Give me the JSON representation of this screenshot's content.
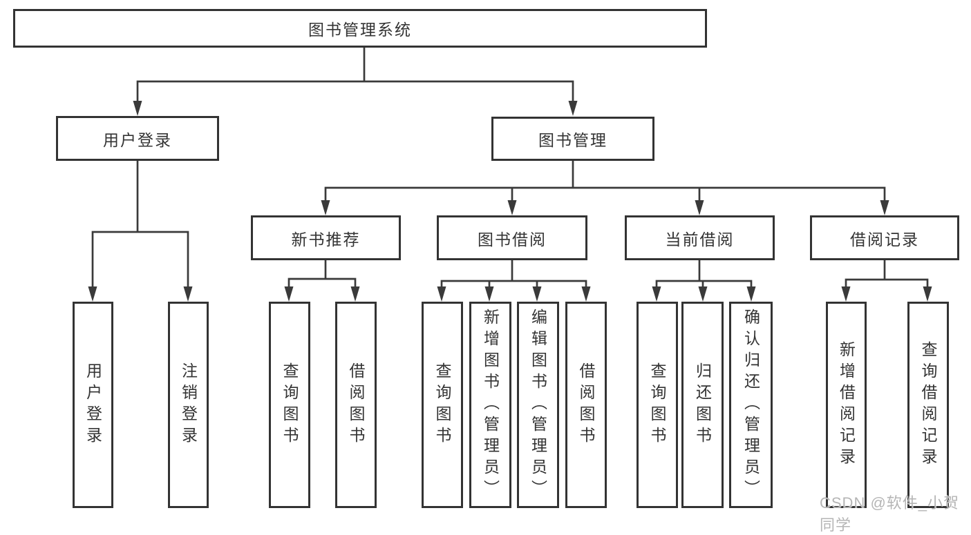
{
  "root": {
    "label": "图书管理系统"
  },
  "branches": [
    {
      "label": "用户登录",
      "children": [
        {
          "label": "用户登录"
        },
        {
          "label": "注销登录"
        }
      ]
    },
    {
      "label": "图书管理",
      "children": [
        {
          "label": "新书推荐",
          "children": [
            {
              "label": "查询图书"
            },
            {
              "label": "借阅图书"
            }
          ]
        },
        {
          "label": "图书借阅",
          "children": [
            {
              "label": "查询图书"
            },
            {
              "label": "新增图书（管理员）"
            },
            {
              "label": "编辑图书（管理员）"
            },
            {
              "label": "借阅图书"
            }
          ]
        },
        {
          "label": "当前借阅",
          "children": [
            {
              "label": "查询图书"
            },
            {
              "label": "归还图书"
            },
            {
              "label": "确认归还（管理员）"
            }
          ]
        },
        {
          "label": "借阅记录",
          "children": [
            {
              "label": "新增借阅记录"
            },
            {
              "label": "查询借阅记录"
            }
          ]
        }
      ]
    }
  ],
  "watermark": "CSDN @软件_小贺同学",
  "colors": {
    "line": "#3a3a3a",
    "border": "#333333",
    "text": "#333333",
    "watermark": "#b5b5b5"
  }
}
